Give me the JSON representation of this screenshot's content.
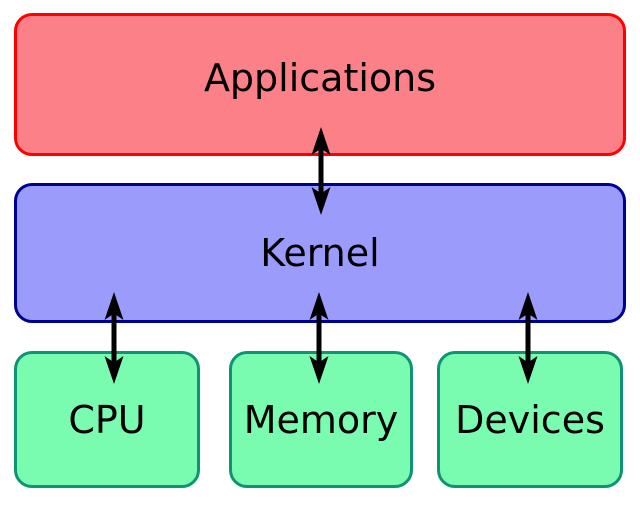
{
  "diagram": {
    "type": "block-diagram",
    "description": "Operating system layers: applications communicate with the kernel, which communicates with hardware (CPU, memory, devices)",
    "background_color": "#ffffff",
    "arrow_color": "#000000",
    "nodes": {
      "applications": {
        "label": "Applications",
        "fill": "#fc8087",
        "border": "#ff0000"
      },
      "kernel": {
        "label": "Kernel",
        "fill": "#9b9bfc",
        "border": "#000090"
      },
      "cpu": {
        "label": "CPU",
        "fill": "#79fcb0",
        "border": "#0e9474"
      },
      "memory": {
        "label": "Memory",
        "fill": "#79fcb0",
        "border": "#0e9474"
      },
      "devices": {
        "label": "Devices",
        "fill": "#79fcb0",
        "border": "#0e9474"
      }
    },
    "edges": [
      {
        "from": "applications",
        "to": "kernel",
        "style": "double-headed-arrow"
      },
      {
        "from": "kernel",
        "to": "cpu",
        "style": "double-headed-arrow"
      },
      {
        "from": "kernel",
        "to": "memory",
        "style": "double-headed-arrow"
      },
      {
        "from": "kernel",
        "to": "devices",
        "style": "double-headed-arrow"
      }
    ]
  }
}
